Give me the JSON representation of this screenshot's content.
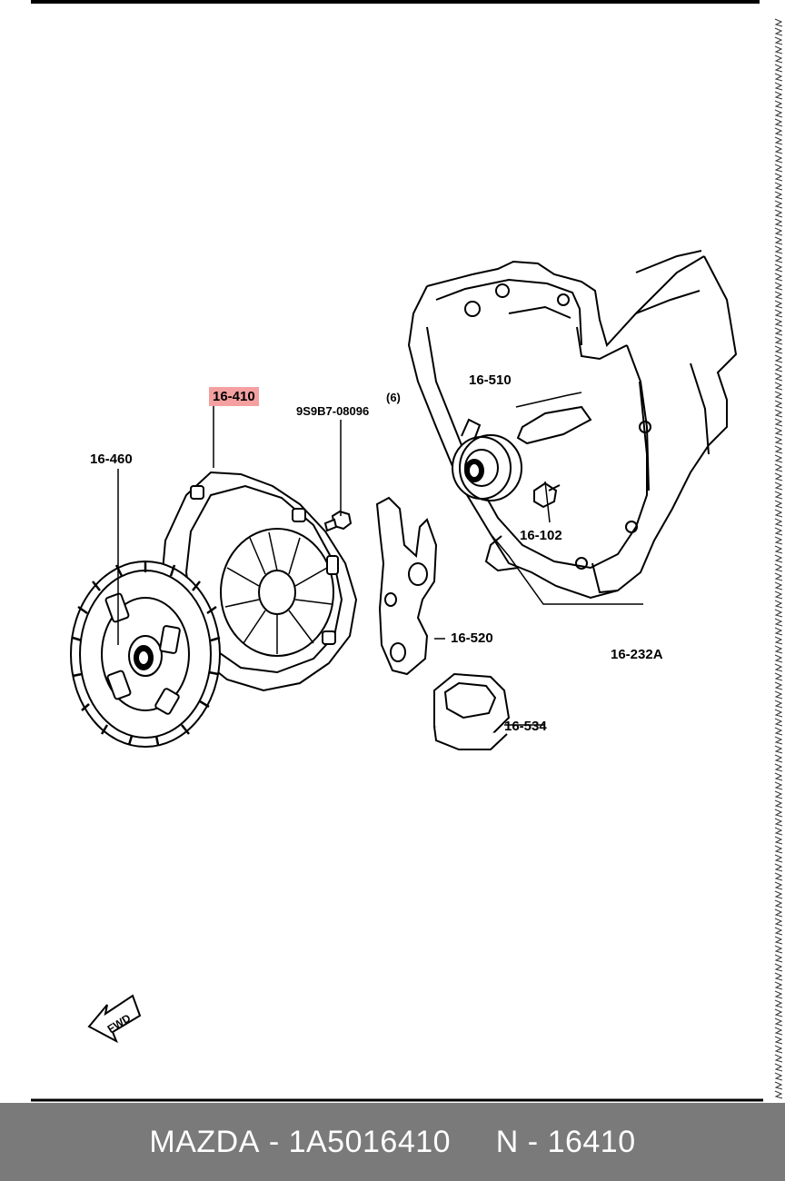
{
  "labels": {
    "clutch_disc": "16-460",
    "clutch_cover": "16-410",
    "bolt_qty": "(6)",
    "bolt_part": "9S9B7-08096",
    "release_bearing": "16-510",
    "bolt_housing": "16-102",
    "release_fork": "16-520",
    "boot": "16-534",
    "housing": "16-232A"
  },
  "fwd_label": "FWD",
  "footer": {
    "brand": "MAZDA",
    "part_number": "1A5016410",
    "ref_prefix": "N",
    "ref_number": "16410"
  },
  "colors": {
    "highlight": "#f4a0a0",
    "footer_bg": "#7a7a7a",
    "footer_text": "#ffffff"
  }
}
